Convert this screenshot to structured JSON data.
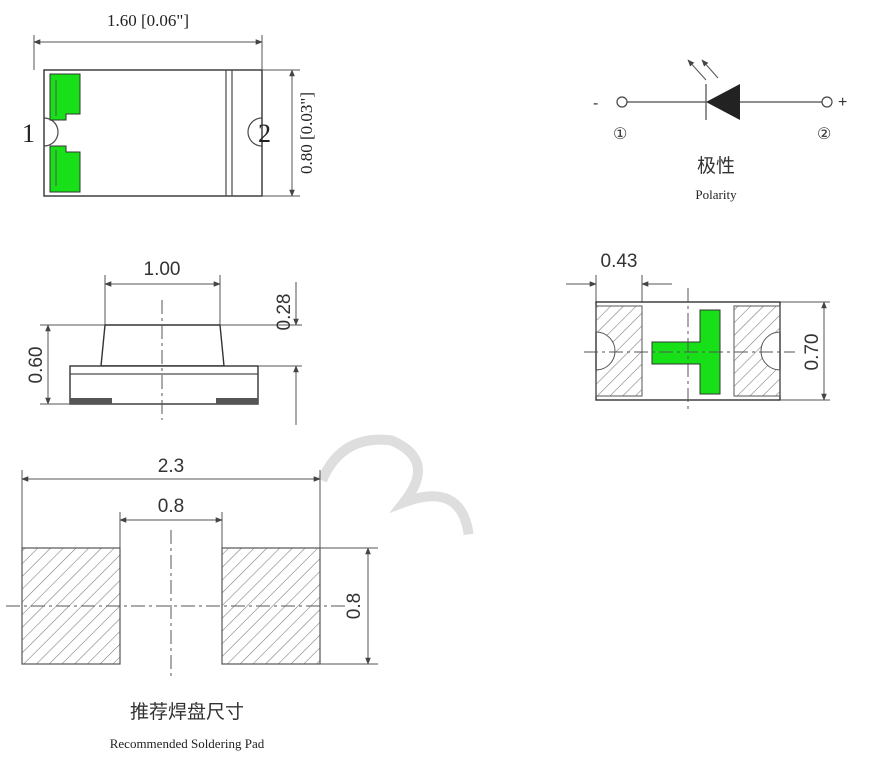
{
  "top_view": {
    "width_label": "1.60 [0.06\"]",
    "height_label": "0.80 [0.03\"]",
    "pin_left": "1",
    "pin_right": "2"
  },
  "polarity": {
    "minus": "-",
    "plus": "+",
    "pin1": "①",
    "pin2": "②",
    "label_cn": "极性",
    "label_en": "Polarity"
  },
  "side_view": {
    "top_width_label": "1.00",
    "total_height_label": "0.60",
    "lens_height_label": "0.28"
  },
  "bottom_view": {
    "pad_width_label": "0.43",
    "height_label": "0.70"
  },
  "solder_pad": {
    "total_width_label": "2.3",
    "gap_label": "0.8",
    "height_label": "0.8",
    "label_cn": "推荐焊盘尺寸",
    "label_en": "Recommended Soldering Pad"
  },
  "colors": {
    "chip_green": "#18e018",
    "line": "#4a4a4a"
  }
}
